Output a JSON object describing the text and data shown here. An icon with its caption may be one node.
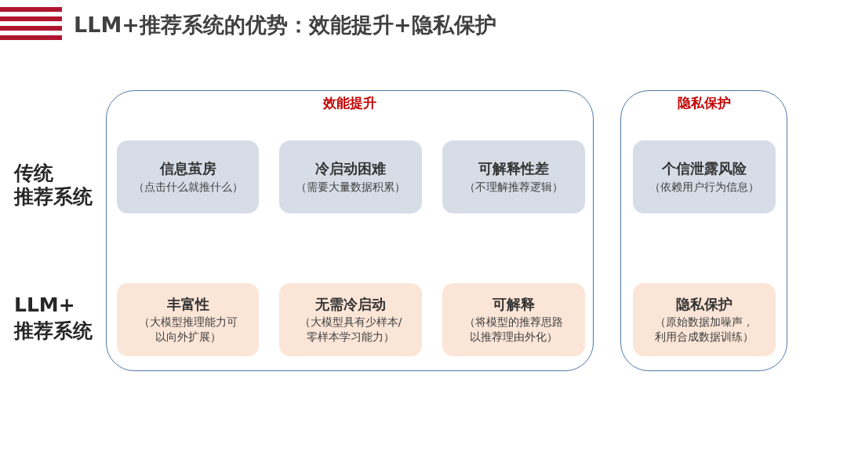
{
  "diagram": {
    "title": "LLM+推荐系统的优势：效能提升+隐私保护",
    "nodes": [
      {
        "text": [
          "效能提升"
        ]
      },
      {
        "text": [
          "信息茧房",
          "（点击什么就推什么）"
        ],
        "in": 0
      },
      {
        "text": [
          "冷启动困难",
          "（需要大量数据积累）"
        ],
        "in": 0
      },
      {
        "text": [
          "可解释性差",
          "（不理解推荐逻辑）"
        ],
        "in": 0
      },
      {
        "text": [
          "隐私保护"
        ]
      },
      {
        "text": [
          "个信泄露风险",
          "（依赖用户行为信息）"
        ],
        "in": 4
      },
      {
        "text": [
          "丰富性",
          "（大模型推理能力可以向外扩展）"
        ],
        "in": 0
      },
      {
        "text": [
          "无需冷启动",
          "（大模型具有少样本/零样本学习能力）"
        ],
        "in": 0
      },
      {
        "text": [
          "可解释",
          "（将模型的推荐思路以推荐理由外化）"
        ],
        "in": 0
      },
      {
        "text": [
          "隐私保护",
          "（原始数据加噪声，利用合成数据训练）"
        ],
        "in": 4
      }
    ],
    "edges": [],
    "labels": [
      "传统",
      "推荐系统",
      "LLM+",
      "推荐系统"
    ]
  }
}
